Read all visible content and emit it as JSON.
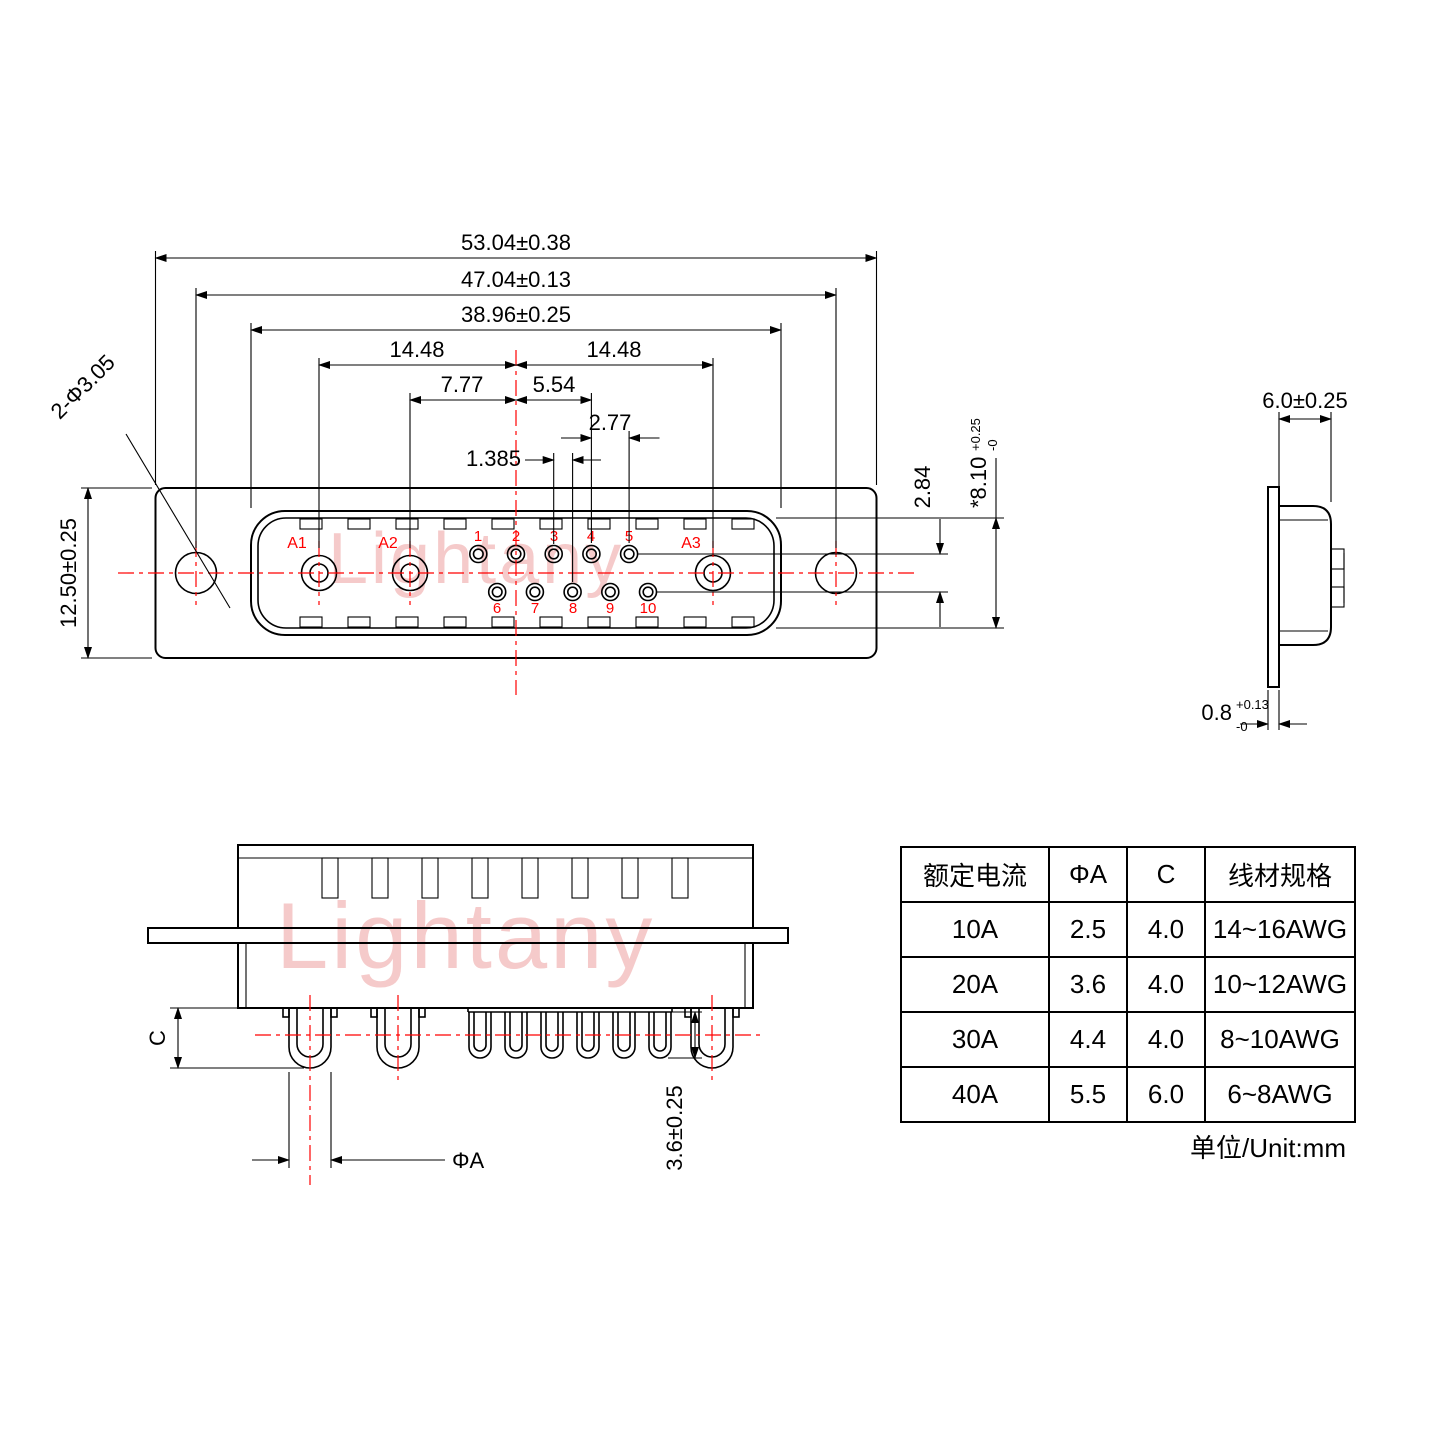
{
  "watermark": {
    "text": "Lightany"
  },
  "front_view": {
    "note_holes": "2-Φ3.05",
    "dim_width_outer": "53.04±0.38",
    "dim_width_holes": "47.04±0.13",
    "dim_width_shell": "38.96±0.25",
    "dim_a1_to_center": "14.48",
    "dim_center_to_a3": "14.48",
    "dim_a2_to_center": "7.77",
    "dim_center_to_pin4": "5.54",
    "dim_pin_pitch": "2.77",
    "dim_half_pitch": "1.385",
    "dim_flange_height": "12.50±0.25",
    "dim_row_spacing": "2.84",
    "dim_shell_height": "*8.10",
    "dim_shell_height_sup": "+0.25",
    "dim_shell_height_sub": "-0",
    "contact_labels": [
      "A1",
      "A2",
      "A3"
    ],
    "pin_labels": [
      "1",
      "2",
      "3",
      "4",
      "5",
      "6",
      "7",
      "8",
      "9",
      "10"
    ]
  },
  "side_view": {
    "dim_depth": "6.0±0.25",
    "dim_flange": "0.8",
    "dim_flange_sup": "+0.13",
    "dim_flange_sub": "-0"
  },
  "bottom_view": {
    "dim_cup_len": "C",
    "dim_pin_dia": "ΦA",
    "dim_small_pin": "3.6±0.25"
  },
  "spec_table": {
    "headers": [
      "额定电流",
      "ΦA",
      "C",
      "线材规格"
    ],
    "rows": [
      [
        "10A",
        "2.5",
        "4.0",
        "14~16AWG"
      ],
      [
        "20A",
        "3.6",
        "4.0",
        "10~12AWG"
      ],
      [
        "30A",
        "4.4",
        "4.0",
        "8~10AWG"
      ],
      [
        "40A",
        "5.5",
        "6.0",
        "6~8AWG"
      ]
    ],
    "unit_note": "单位/Unit:mm"
  }
}
